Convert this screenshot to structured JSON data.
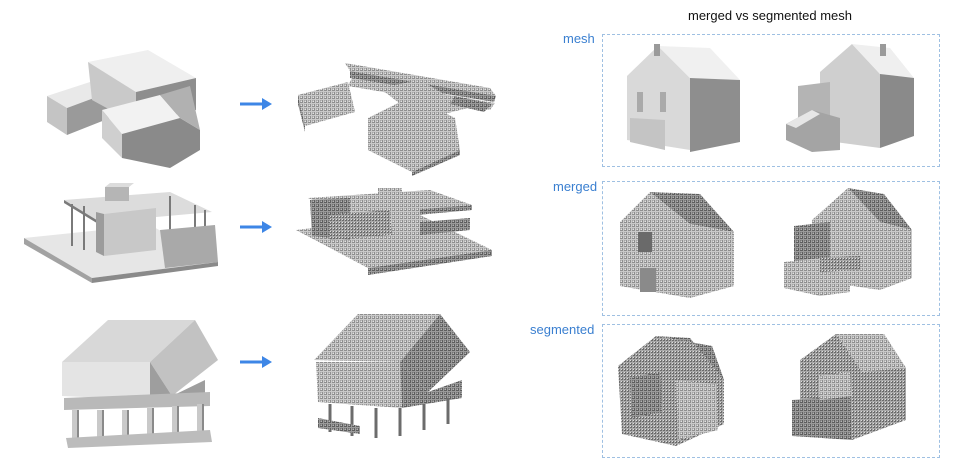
{
  "figure": {
    "title": "merged vs segmented mesh",
    "row_labels": [
      "mesh",
      "merged",
      "segmented"
    ]
  },
  "colors": {
    "arrow": "#3d86e6",
    "label": "#3a7fd0",
    "box_border": "#9fc0e2",
    "mesh_light": "#e6e6e6",
    "mesh_mid": "#bdbdbd",
    "mesh_dark": "#7a7a7a"
  }
}
